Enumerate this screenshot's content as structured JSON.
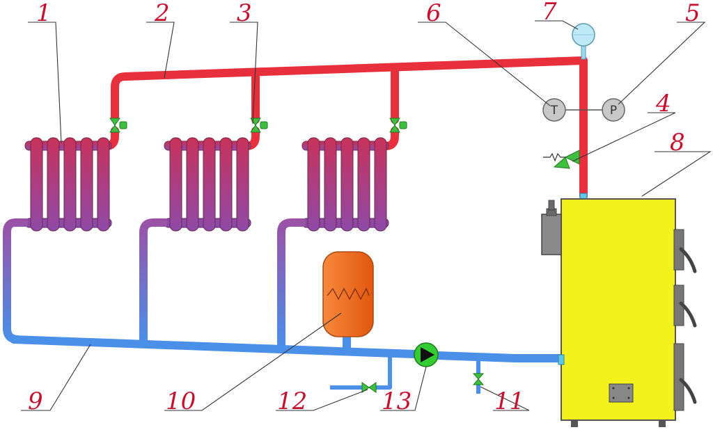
{
  "diagram": {
    "labels": {
      "n1": "1",
      "n2": "2",
      "n3": "3",
      "n4": "4",
      "n5": "5",
      "n6": "6",
      "n7": "7",
      "n8": "8",
      "n9": "9",
      "n10": "10",
      "n11": "11",
      "n12": "12",
      "n13": "13"
    },
    "gauges": {
      "temperature": "T",
      "pressure": "P"
    },
    "colors": {
      "supply": "#e8303c",
      "return": "#4a8fe8",
      "boiler": "#f4f21c",
      "tank": "#f26a1b",
      "valve": "#3fbf3f",
      "pump": "#33cc33",
      "label": "#c8102e"
    }
  }
}
